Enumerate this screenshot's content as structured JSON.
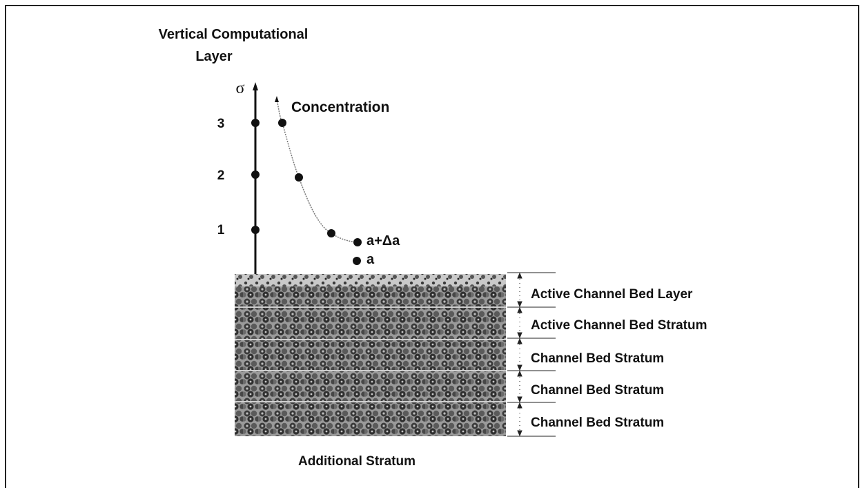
{
  "title_line1": "Vertical Computational",
  "title_line2": "Layer",
  "axis_symbol": "σ",
  "level_labels": [
    "3",
    "2",
    "1"
  ],
  "curve_label": "Concentration",
  "ref_label_upper": "a+Δa",
  "ref_label_lower": "a",
  "layer_labels": [
    "Active Channel Bed Layer",
    "Active Channel Bed Stratum",
    "Channel Bed Stratum",
    "Channel Bed Stratum",
    "Channel Bed Stratum"
  ],
  "bottom_label": "Additional Stratum",
  "colors": {
    "line": "#111111",
    "dot": "#111111",
    "curve": "#777777",
    "bed_light": "#bdbdbd",
    "bed_dark": "#3a3a3a",
    "frame": "#222222"
  }
}
